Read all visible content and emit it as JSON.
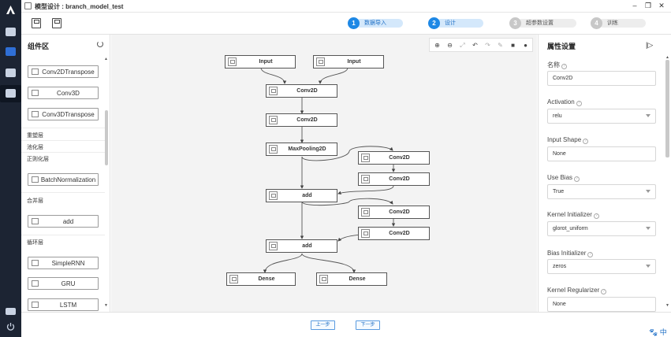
{
  "window": {
    "title": "模型设计 : branch_model_test"
  },
  "steps": [
    {
      "num": "1",
      "label": "数据导入",
      "active": true
    },
    {
      "num": "2",
      "label": "设计",
      "active": true
    },
    {
      "num": "3",
      "label": "超参数设置",
      "active": false
    },
    {
      "num": "4",
      "label": "训练",
      "active": false
    }
  ],
  "panel": {
    "title": "组件区",
    "components_top": [
      "Conv2DTranspose",
      "Conv3D",
      "Conv3DTranspose"
    ],
    "categories": [
      "重塑层",
      "池化层",
      "正则化层"
    ],
    "norm_component": "BatchNormalization",
    "merge_category": "合并层",
    "merge_component": "add",
    "rnn_category": "循环层",
    "rnn_components": [
      "SimpleRNN",
      "GRU",
      "LSTM"
    ]
  },
  "canvas": {
    "tools": [
      "zoom-in",
      "zoom-out",
      "fit",
      "undo",
      "redo",
      "erase",
      "delete",
      "info"
    ],
    "nodes": [
      {
        "id": "input1",
        "label": "Input"
      },
      {
        "id": "input2",
        "label": "Input"
      },
      {
        "id": "conv_a",
        "label": "Conv2D"
      },
      {
        "id": "conv_b",
        "label": "Conv2D"
      },
      {
        "id": "pool",
        "label": "MaxPooling2D"
      },
      {
        "id": "conv_c",
        "label": "Conv2D"
      },
      {
        "id": "conv_d",
        "label": "Conv2D"
      },
      {
        "id": "add1",
        "label": "add"
      },
      {
        "id": "conv_e",
        "label": "Conv2D"
      },
      {
        "id": "conv_f",
        "label": "Conv2D"
      },
      {
        "id": "add2",
        "label": "add"
      },
      {
        "id": "dense1",
        "label": "Dense"
      },
      {
        "id": "dense2",
        "label": "Dense"
      }
    ]
  },
  "props": {
    "title": "属性设置",
    "fields": [
      {
        "label": "名称",
        "value": "Conv2D",
        "dropdown": false
      },
      {
        "label": "Activation",
        "value": "relu",
        "dropdown": true
      },
      {
        "label": "Input Shape",
        "value": "None",
        "dropdown": false
      },
      {
        "label": "Use Bias",
        "value": "True",
        "dropdown": true
      },
      {
        "label": "Kernel Initializer",
        "value": "glorot_uniform",
        "dropdown": true
      },
      {
        "label": "Bias Initializer",
        "value": "zeros",
        "dropdown": true
      },
      {
        "label": "Kernel Regularizer",
        "value": "None",
        "dropdown": false
      }
    ]
  },
  "bottom": {
    "prev": "上一步",
    "next": "下一步",
    "ime": "中"
  }
}
